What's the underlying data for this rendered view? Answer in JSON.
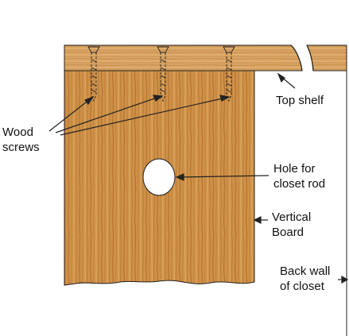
{
  "labels": {
    "wood_screws": "Wood\nscrews",
    "top_shelf": "Top shelf",
    "hole": "Hole for\ncloset rod",
    "vertical_board": "Vertical\nBoard",
    "back_wall": "Back wall\nof closet"
  },
  "colors": {
    "wood_light": "#d8a25a",
    "wood_mid": "#c98a3e",
    "wood_grain": "#a9682a",
    "outline": "#222222",
    "background": "#ffffff"
  }
}
